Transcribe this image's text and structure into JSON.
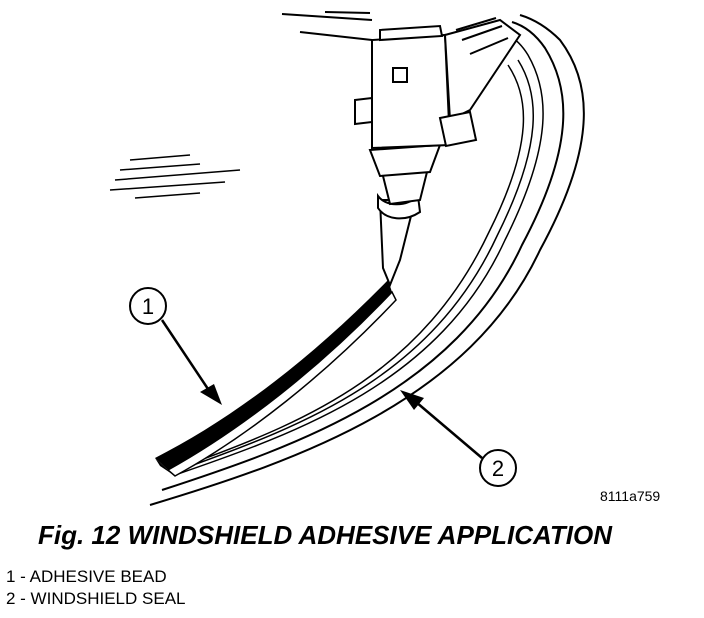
{
  "figure": {
    "code": "8111a759",
    "caption": "Fig. 12 WINDSHIELD ADHESIVE APPLICATION"
  },
  "callouts": [
    {
      "number": "1"
    },
    {
      "number": "2"
    }
  ],
  "legend": [
    {
      "text": "1 - ADHESIVE BEAD"
    },
    {
      "text": "2 - WINDSHIELD SEAL"
    }
  ]
}
